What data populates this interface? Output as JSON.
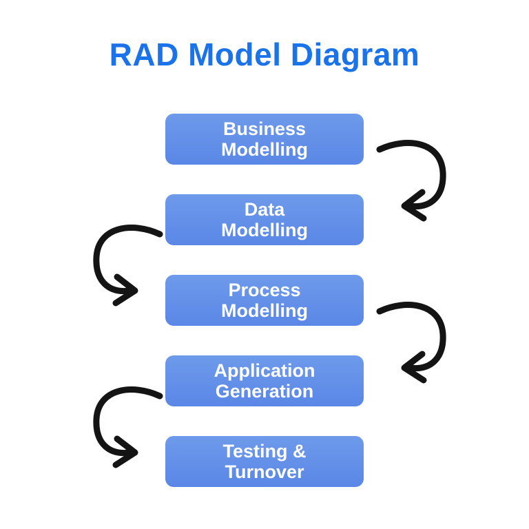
{
  "title": "RAD Model Diagram",
  "colors": {
    "title_color": "#1A73E8",
    "box_top": "#6E9AEB",
    "box_bottom": "#5A87E6",
    "arrow_color": "#141414",
    "box_text": "#FFFFFF"
  },
  "steps": [
    {
      "line1": "Business",
      "line2": "Modelling"
    },
    {
      "line1": "Data",
      "line2": "Modelling"
    },
    {
      "line1": "Process",
      "line2": "Modelling"
    },
    {
      "line1": "Application",
      "line2": "Generation"
    },
    {
      "line1": "Testing &",
      "line2": "Turnover"
    }
  ]
}
